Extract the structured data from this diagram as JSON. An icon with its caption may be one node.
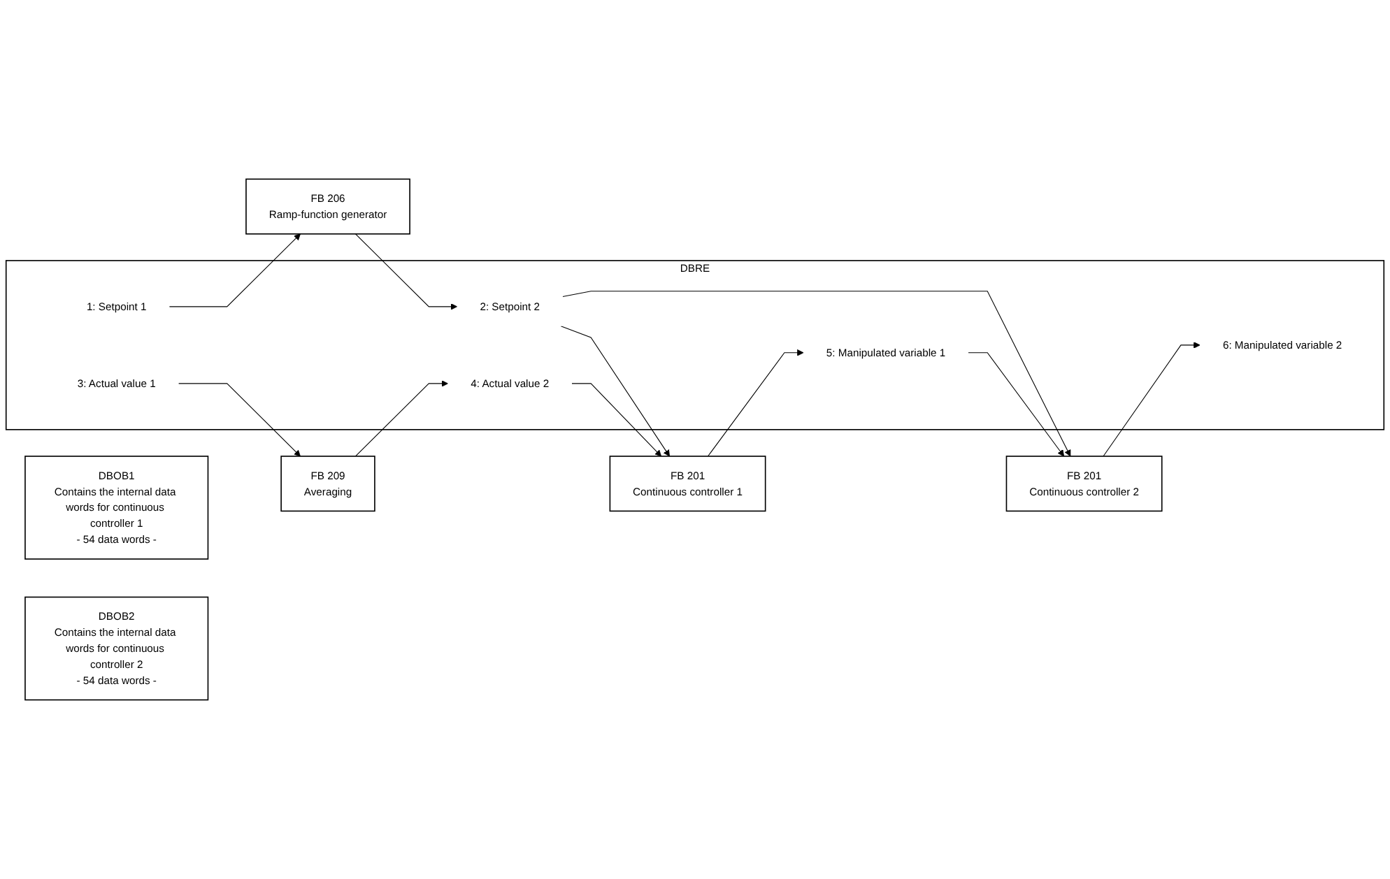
{
  "diagram": {
    "nodes": [
      {
        "text": [
          "FB 206",
          "Ramp-function generator"
        ]
      },
      {
        "text": [
          "FB 209",
          "Averaging"
        ]
      },
      {
        "text": [
          "FB 201",
          "Continuous controller 1"
        ]
      },
      {
        "text": [
          "FB 201",
          "Continuous controller 2"
        ]
      },
      {
        "text": [
          "DBRE"
        ]
      },
      {
        "text": [
          "1: Setpoint 1"
        ],
        "in": 4
      },
      {
        "text": [
          "2: Setpoint 2"
        ],
        "in": 4
      },
      {
        "text": [
          "3: Actual value 1"
        ],
        "in": 4
      },
      {
        "text": [
          "4: Actual value 2"
        ],
        "in": 4
      },
      {
        "text": [
          "5: Manipulated variable 1"
        ],
        "in": 4
      },
      {
        "text": [
          "6: Manipulated variable 2"
        ],
        "in": 4
      },
      {
        "text": [
          "DBOB1",
          "Contains the internal data words for continuous controller 1",
          "- 54 data words -"
        ]
      },
      {
        "text": [
          "DBOB2",
          "Contains the internal data words for continuous controller 2",
          "- 54 data words -"
        ]
      }
    ],
    "edges": [
      {
        "from": 5,
        "to": 0,
        "arrow": "to"
      },
      {
        "from": 0,
        "to": 6,
        "arrow": "to"
      },
      {
        "from": 6,
        "to": 2,
        "arrow": "to"
      },
      {
        "from": 6,
        "to": 3,
        "arrow": "to"
      },
      {
        "from": 7,
        "to": 1,
        "arrow": "to"
      },
      {
        "from": 1,
        "to": 8,
        "arrow": "to"
      },
      {
        "from": 8,
        "to": 2,
        "arrow": "to"
      },
      {
        "from": 2,
        "to": 9,
        "arrow": "to"
      },
      {
        "from": 9,
        "to": 3,
        "arrow": "to"
      },
      {
        "from": 3,
        "to": 10,
        "arrow": "to"
      }
    ]
  }
}
